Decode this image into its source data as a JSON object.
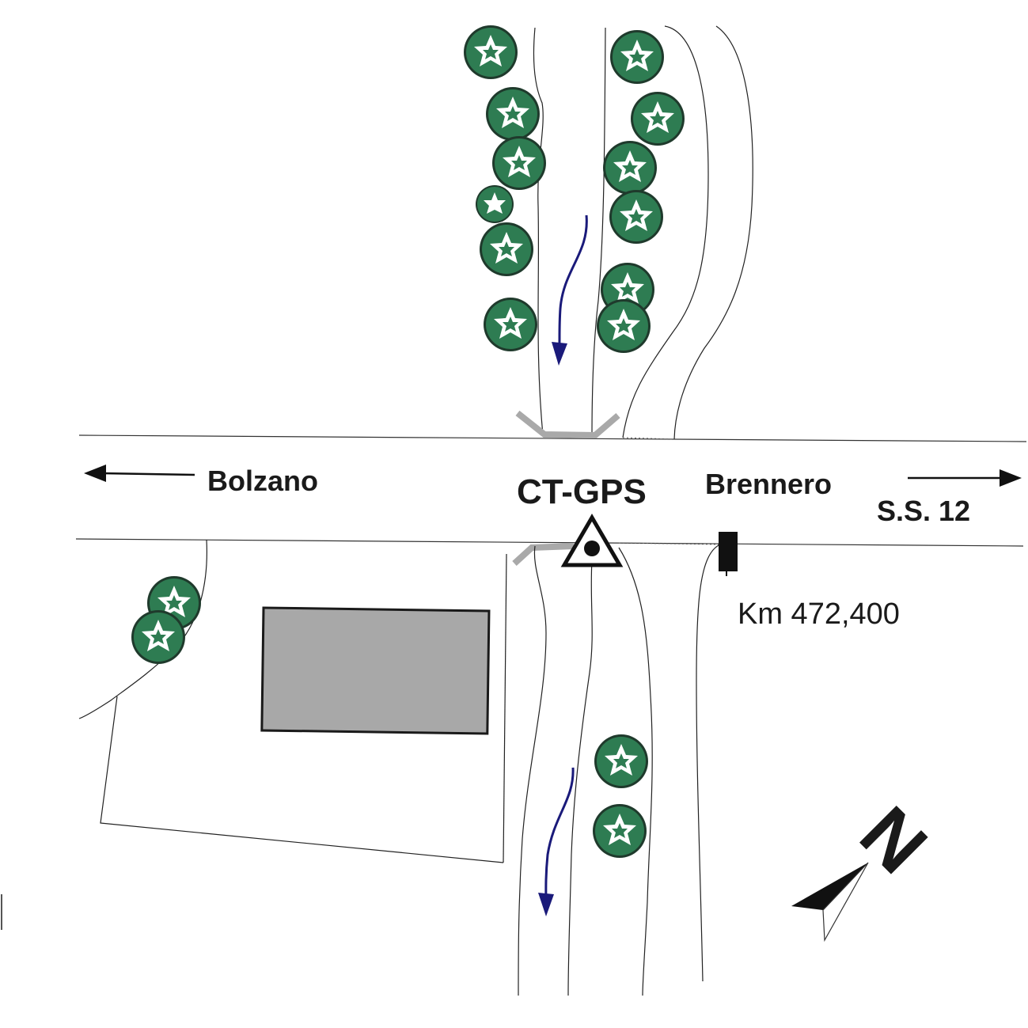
{
  "labels": {
    "bolzano": "Bolzano",
    "station": "CT-GPS",
    "brennero": "Brennero",
    "road": "S.S. 12",
    "km": "Km 472,400",
    "north": "N"
  },
  "colors": {
    "tree_green": "#2e7c52",
    "tree_dark": "#1f3a2c",
    "creek_arrow": "#1a1a7a",
    "bridge": "#a9a9a9",
    "building_fill": "#a8a8a8"
  },
  "icons": {
    "station": "triangle-dot-icon",
    "km_marker": "kilometer-post-icon",
    "north": "north-arrow-icon",
    "tree": "tree-icon"
  }
}
